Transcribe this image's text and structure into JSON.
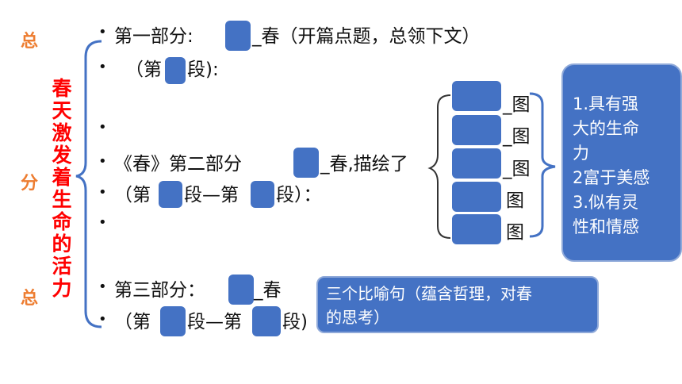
{
  "sides": {
    "top": "总",
    "middle": "分",
    "bottom": "总"
  },
  "vertical_title": "春天激发着生命的活力",
  "part1": {
    "label": "第一部分:",
    "tail": "_春（开篇点题，总领下文）"
  },
  "part1_range": {
    "open": "（第",
    "close": "段):"
  },
  "part2": {
    "label": "《春》第二部分",
    "tail": "_春,描绘了"
  },
  "part2_range": {
    "a": "（第",
    "b": "段—第",
    "c": "段）："
  },
  "part3": {
    "label": "第三部分：",
    "tail": "_春"
  },
  "part3_range": {
    "a": "（第",
    "b": "段—第",
    "c": "段)"
  },
  "pictures": [
    "_图",
    "_图",
    "_图",
    "图",
    "图"
  ],
  "right_box": [
    "1.具有强",
    "大的生命",
    "力",
    "2富于美感",
    "3.似有灵",
    "性和情感"
  ],
  "bottom_box": [
    "三个比喻句（蕴含哲理，对春",
    "的思考）"
  ]
}
